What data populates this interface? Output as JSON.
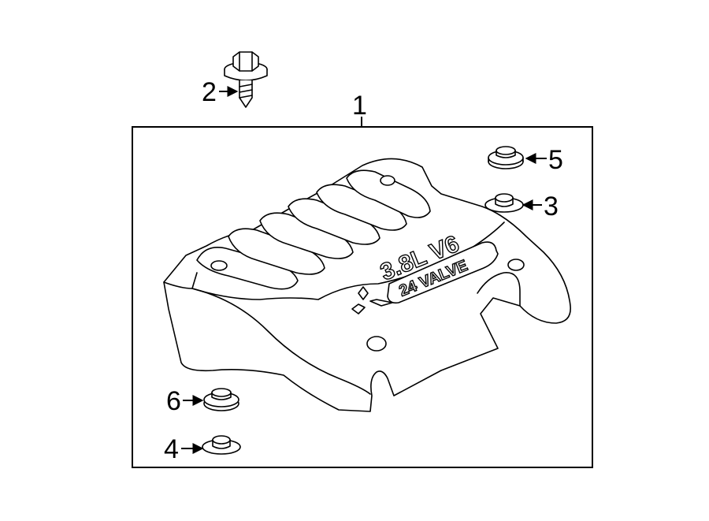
{
  "callouts": {
    "c1": "1",
    "c2": "2",
    "c3": "3",
    "c4": "4",
    "c5": "5",
    "c6": "6"
  },
  "cover": {
    "engine_text": "3.8L V6",
    "valve_text": "24 VALVE"
  }
}
